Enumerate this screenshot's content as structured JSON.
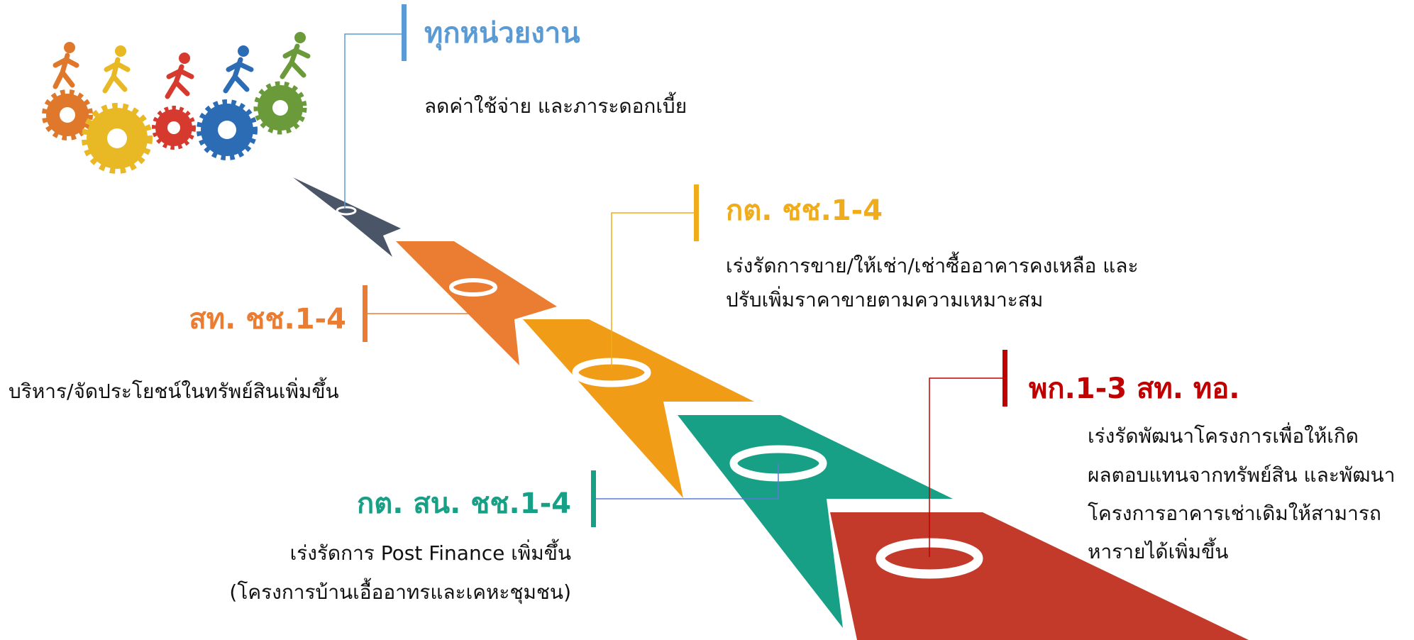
{
  "colors": {
    "navy": "#4a5668",
    "orange": "#ea7d32",
    "gold": "#f09c17",
    "teal": "#17a086",
    "red": "#c33a2a",
    "blue_label": "#5b9bd5",
    "orange_label": "#ea7d32",
    "gold_label": "#f0ac1a",
    "teal_label": "#17a086",
    "red_label": "#c00000"
  },
  "illustration": {
    "icon": "gears-runners-icon"
  },
  "labels": {
    "all_units": {
      "title": "ทุกหน่วยงาน",
      "desc": "ลดค่าใช้จ่าย และภาระดอกเบี้ย"
    },
    "kt_chch": {
      "title": "กต. ชช.1-4",
      "desc_1": "เร่งรัดการขาย/ให้เช่า/เช่าซื้ออาคารคงเหลือ และ",
      "desc_2": "ปรับเพิ่มราคาขายตามความเหมาะสม"
    },
    "st_chch": {
      "title": "สท. ชช.1-4",
      "desc": "บริหาร/จัดประโยชน์ในทรัพย์สินเพิ่มขึ้น"
    },
    "kt_sn_chch": {
      "title": "กต. สน. ชช.1-4",
      "desc_1": "เร่งรัดการ Post Finance เพิ่มขึ้น",
      "desc_2": "(โครงการบ้านเอื้ออาทรและเคหะชุมชน)"
    },
    "pk_st_to": {
      "title": "พก.1-3 สท. ทอ.",
      "desc_1": "เร่งรัดพัฒนาโครงการเพื่อให้เกิด",
      "desc_2": "ผลตอบแทนจากทรัพย์สิน และพัฒนา",
      "desc_3": "โครงการอาคารเช่าเดิมให้สามารถ",
      "desc_4": "หารายได้เพิ่มขึ้น"
    }
  }
}
